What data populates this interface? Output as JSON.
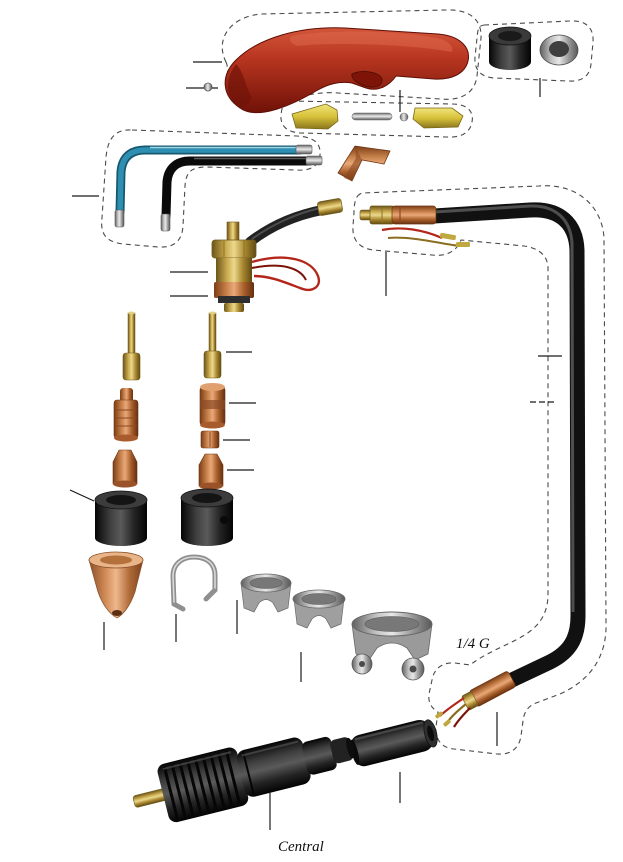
{
  "figure": {
    "type": "exploded-parts-diagram",
    "subject": "plasma cutting torch spare parts breakdown",
    "background": "#ffffff"
  },
  "labels": {
    "fitting_thread": "1/4 G",
    "central_connector": "Central"
  },
  "colors": {
    "handle_red": "#b93620",
    "brass": "#c8a84e",
    "copper": "#c47e48",
    "nozzle_tan": "#d08a56",
    "trigger_yellow": "#d8c23a",
    "tube_blue": "#2f8fb2",
    "cable_black": "#1c1c1c",
    "metal_gray": "#c2c2c2",
    "outline_dash": "#4a4a4a",
    "callout_line": "#1a1a1a"
  },
  "parts": [
    {
      "name": "torch-handle"
    },
    {
      "name": "handle-screw"
    },
    {
      "name": "rubber-cap"
    },
    {
      "name": "lock-ring"
    },
    {
      "name": "trigger-left-half"
    },
    {
      "name": "trigger-pin"
    },
    {
      "name": "detent-ball"
    },
    {
      "name": "trigger-right-half"
    },
    {
      "name": "contact-elbow"
    },
    {
      "name": "tube-blue"
    },
    {
      "name": "tube-black"
    },
    {
      "name": "torch-head-valve-body"
    },
    {
      "name": "cable-hose-assembly"
    },
    {
      "name": "electrode-long-left"
    },
    {
      "name": "electrode-long-middle"
    },
    {
      "name": "electrode-copper"
    },
    {
      "name": "swirl-ring"
    },
    {
      "name": "spacer-nut"
    },
    {
      "name": "cutting-tip-left"
    },
    {
      "name": "cutting-tip-middle"
    },
    {
      "name": "shield-cup-black"
    },
    {
      "name": "shield-cup-vented"
    },
    {
      "name": "nozzle-retaining-cup"
    },
    {
      "name": "wire-spacer-guide"
    },
    {
      "name": "spacer-guide-two-leg"
    },
    {
      "name": "spacer-guide-arched"
    },
    {
      "name": "spacer-guide-roller"
    },
    {
      "name": "cable-sleeve"
    },
    {
      "name": "central-adapter"
    }
  ]
}
